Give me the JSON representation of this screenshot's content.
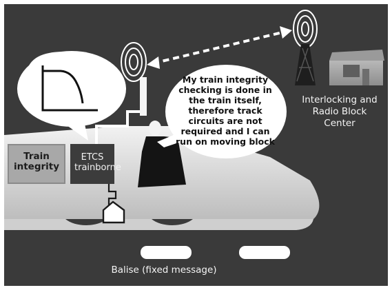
{
  "labels": {
    "train_integrity": "Train integrity",
    "etcs_trainborne": "ETCS trainborne",
    "speech_bubble": "My train integrity checking is done in the train itself, therefore track circuits are not required and I can run on moving block",
    "interlocking": "Interlocking and Radio Block Center",
    "balise": "Balise (fixed message)"
  },
  "icons": [
    "radio-antenna-icon",
    "radio-tower-icon",
    "building-icon",
    "driver-icon",
    "balise-icon",
    "speed-curve-icon"
  ],
  "colors": {
    "background": "#3a3a3a",
    "train_body": "#dcdcdc",
    "etcs_box": "#3c3c3c",
    "train_integrity_box": "#a8a8a8",
    "bubble": "#ffffff"
  }
}
